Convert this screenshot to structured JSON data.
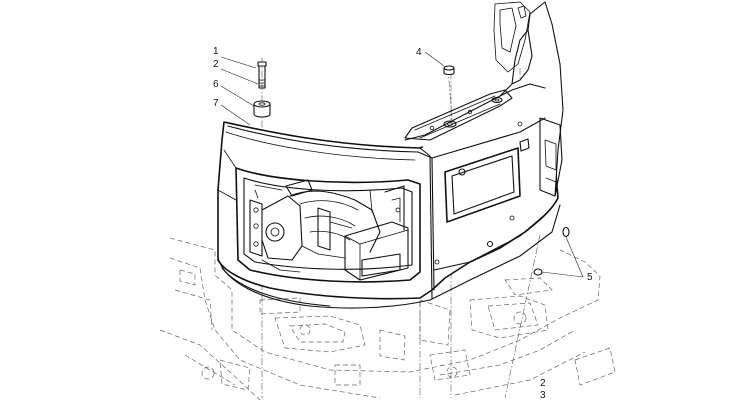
{
  "callouts": {
    "c1": "1",
    "c2": "2",
    "c6": "6",
    "c7": "7",
    "c4": "4",
    "c5": "5",
    "c2b": "2",
    "c3": "3"
  }
}
